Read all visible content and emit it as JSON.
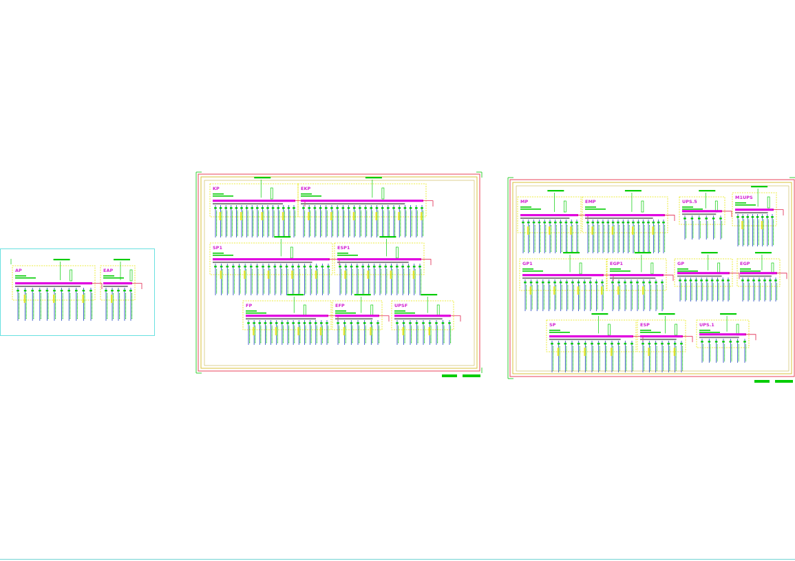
{
  "colors": {
    "background": "#ffffff",
    "frame_outer": "#33cc33",
    "frame_red": "#e8405a",
    "frame_yellow": "#d9c23a",
    "panel_border": "#e6e600",
    "busbar": "#e000e0",
    "bus_grey": "#808080",
    "feeder": "#1a3fc0",
    "text_green": "#00cc00",
    "label": "#d21fd2",
    "cyan_frame": "#66e0e0"
  },
  "drawing": {
    "sheets": [
      {
        "name": "sheet-1",
        "panels": [
          {
            "id": "ap",
            "label": "AP",
            "feeders": 11
          },
          {
            "id": "eap",
            "label": "EAP",
            "feeders": 5
          }
        ]
      },
      {
        "name": "sheet-2",
        "panels": [
          {
            "id": "kp",
            "label": "KP",
            "feeders": 16
          },
          {
            "id": "ekp",
            "label": "EKP",
            "feeders": 22
          },
          {
            "id": "sp1",
            "label": "SP1",
            "feeders": 20
          },
          {
            "id": "esp1",
            "label": "ESP1",
            "feeders": 15
          },
          {
            "id": "fp",
            "label": "FP",
            "feeders": 15
          },
          {
            "id": "efp",
            "label": "EFP",
            "feeders": 7
          },
          {
            "id": "upsf",
            "label": "UPSF",
            "feeders": 9
          }
        ]
      },
      {
        "name": "sheet-3",
        "panels": [
          {
            "id": "mp",
            "label": "MP",
            "feeders": 11
          },
          {
            "id": "emp",
            "label": "EMP",
            "feeders": 16
          },
          {
            "id": "ups5",
            "label": "UPS.5",
            "feeders": 6
          },
          {
            "id": "m1ups",
            "label": "M1UPS",
            "feeders": 8
          },
          {
            "id": "gp1",
            "label": "GP1",
            "feeders": 14
          },
          {
            "id": "egp1",
            "label": "EGP1",
            "feeders": 9
          },
          {
            "id": "gp",
            "label": "GP",
            "feeders": 10
          },
          {
            "id": "egp",
            "label": "EGP",
            "feeders": 7
          },
          {
            "id": "sp",
            "label": "SP",
            "feeders": 13
          },
          {
            "id": "esp",
            "label": "ESP",
            "feeders": 7
          },
          {
            "id": "ups1",
            "label": "UPS.1",
            "feeders": 7
          }
        ]
      }
    ]
  }
}
